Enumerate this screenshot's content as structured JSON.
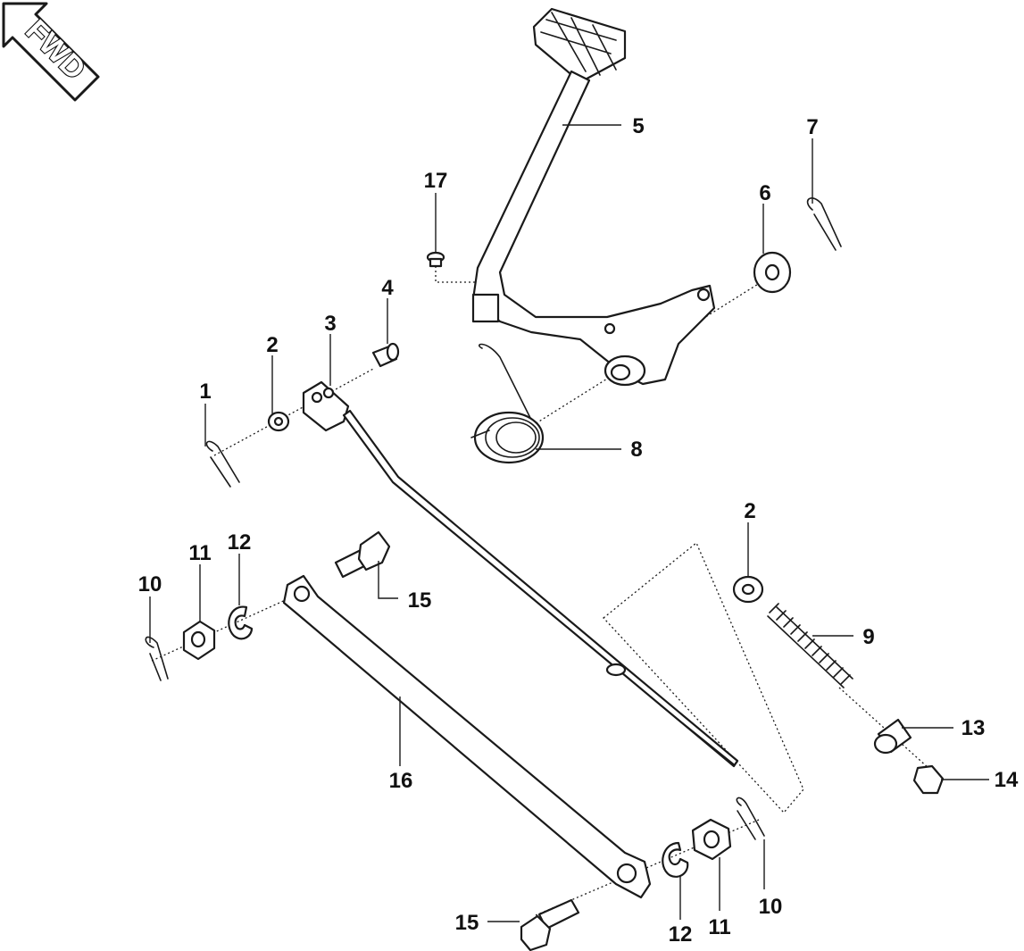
{
  "direction_badge": {
    "label": "FWD"
  },
  "callouts": [
    {
      "id": "c1",
      "label": "1"
    },
    {
      "id": "c2a",
      "label": "2"
    },
    {
      "id": "c3",
      "label": "3"
    },
    {
      "id": "c4",
      "label": "4"
    },
    {
      "id": "c5",
      "label": "5"
    },
    {
      "id": "c6",
      "label": "6"
    },
    {
      "id": "c7",
      "label": "7"
    },
    {
      "id": "c8",
      "label": "8"
    },
    {
      "id": "c17",
      "label": "17"
    },
    {
      "id": "c2b",
      "label": "2"
    },
    {
      "id": "c9",
      "label": "9"
    },
    {
      "id": "c13",
      "label": "13"
    },
    {
      "id": "c14",
      "label": "14"
    },
    {
      "id": "c10a",
      "label": "10"
    },
    {
      "id": "c11a",
      "label": "11"
    },
    {
      "id": "c12a",
      "label": "12"
    },
    {
      "id": "c15a",
      "label": "15"
    },
    {
      "id": "c16",
      "label": "16"
    },
    {
      "id": "c15b",
      "label": "15"
    },
    {
      "id": "c12b",
      "label": "12"
    },
    {
      "id": "c11b",
      "label": "11"
    },
    {
      "id": "c10b",
      "label": "10"
    }
  ]
}
